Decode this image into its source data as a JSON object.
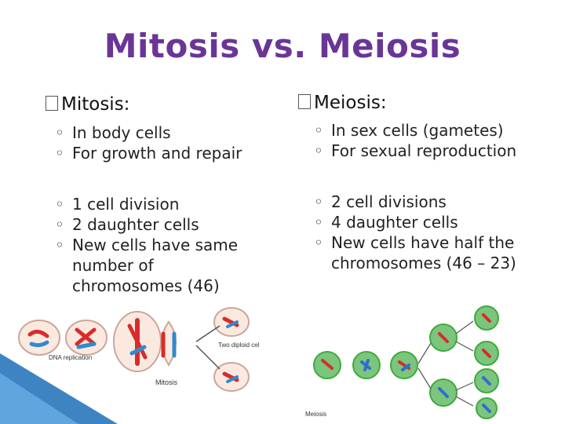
{
  "title": "Mitosis vs. Meiosis",
  "mitosis": {
    "heading": "Mitosis:",
    "group1": [
      "In body cells",
      "For growth and repair"
    ],
    "group2": [
      "1 cell division",
      "2 daughter cells",
      "New cells have same number of chromosomes (46)"
    ],
    "diagram": {
      "caption_replication": "DNA replication",
      "caption_two": "Two diploid cells",
      "caption_name": "Mitosis"
    }
  },
  "meiosis": {
    "heading": "Meiosis:",
    "group1": [
      "In sex cells (gametes)",
      "For sexual reproduction"
    ],
    "group2": [
      "2 cell divisions",
      "4 daughter cells",
      "New cells have half the chromosomes (46 – 23)"
    ],
    "diagram": {
      "caption_name": "Meiosis"
    }
  },
  "colors": {
    "title": "#6a3597",
    "cell_red": "#d92b2b",
    "cell_blue": "#2e8bcf",
    "cell_green": "#3faa3f",
    "accent_blue": "#1c6fb8"
  }
}
